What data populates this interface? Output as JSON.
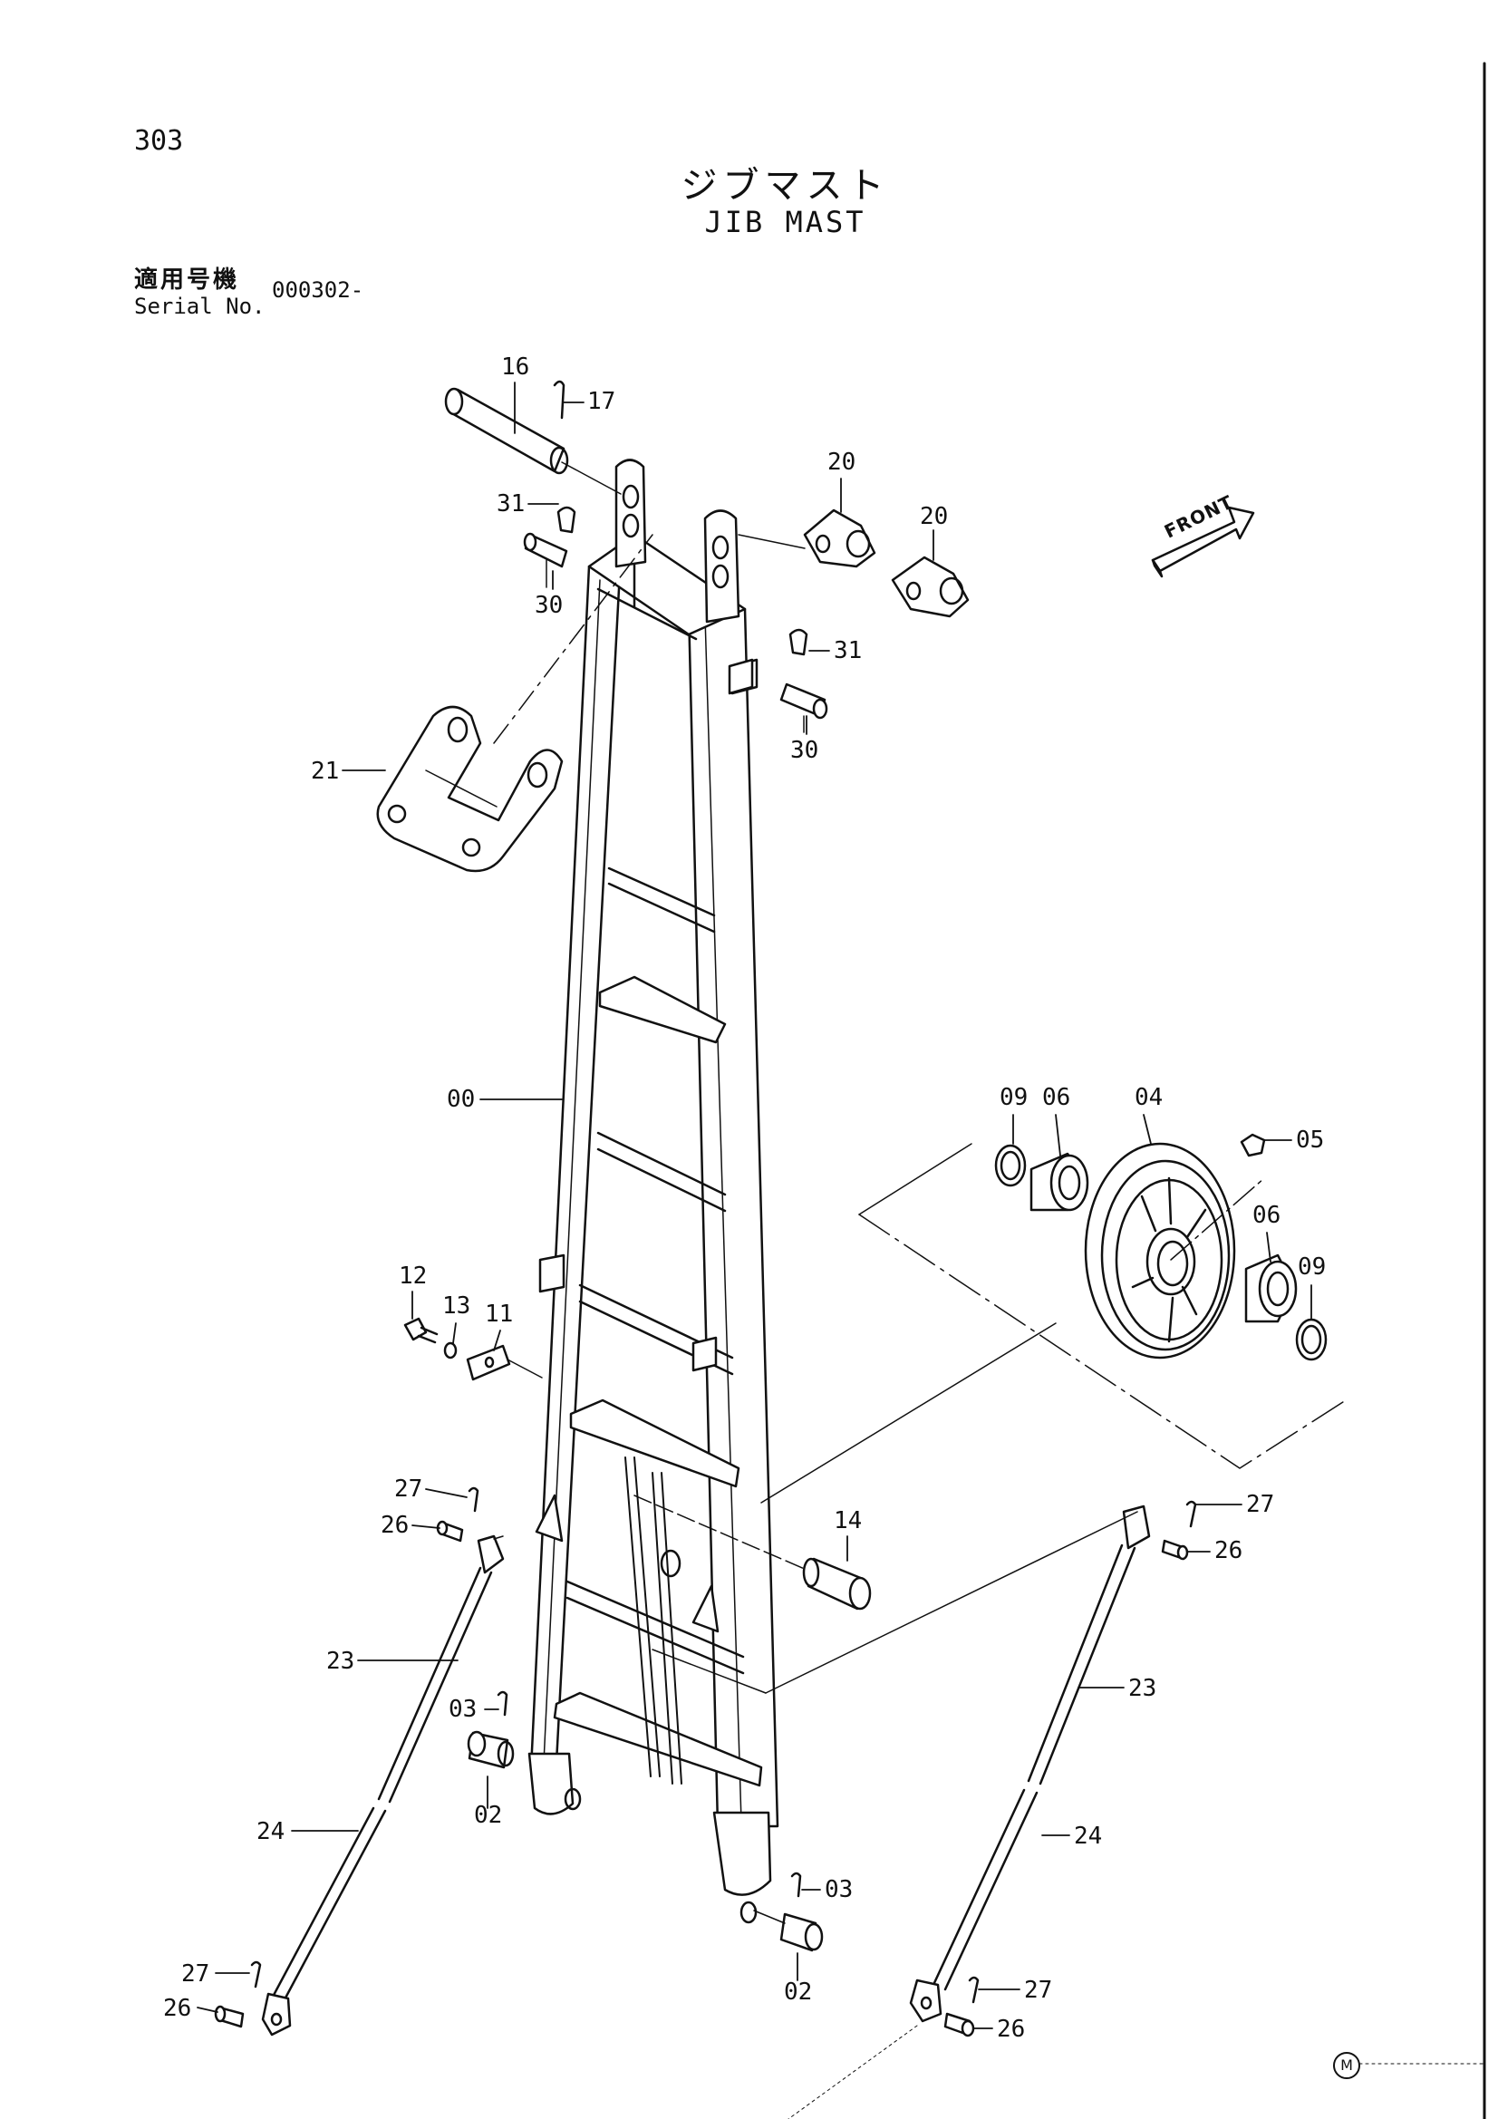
{
  "page_number": "303",
  "title_jp": "ジブマスト",
  "title_en": "JIB MAST",
  "serial": {
    "label_jp": "適用号機",
    "label_en": "Serial No.",
    "value": "000302-"
  },
  "front_label": "FRONT",
  "m_mark": "M",
  "callouts": {
    "c00": "00",
    "c02a": "02",
    "c02b": "02",
    "c03a": "03",
    "c03b": "03",
    "c04": "04",
    "c05": "05",
    "c06a": "06",
    "c06b": "06",
    "c09a": "09",
    "c09b": "09",
    "c11": "11",
    "c12": "12",
    "c13": "13",
    "c14": "14",
    "c16": "16",
    "c17": "17",
    "c20a": "20",
    "c20b": "20",
    "c21": "21",
    "c23a": "23",
    "c23b": "23",
    "c24a": "24",
    "c24b": "24",
    "c26a": "26",
    "c26b": "26",
    "c26c": "26",
    "c26d": "26",
    "c27a": "27",
    "c27b": "27",
    "c27c": "27",
    "c27d": "27",
    "c30a": "30",
    "c30b": "30",
    "c31a": "31",
    "c31b": "31"
  }
}
